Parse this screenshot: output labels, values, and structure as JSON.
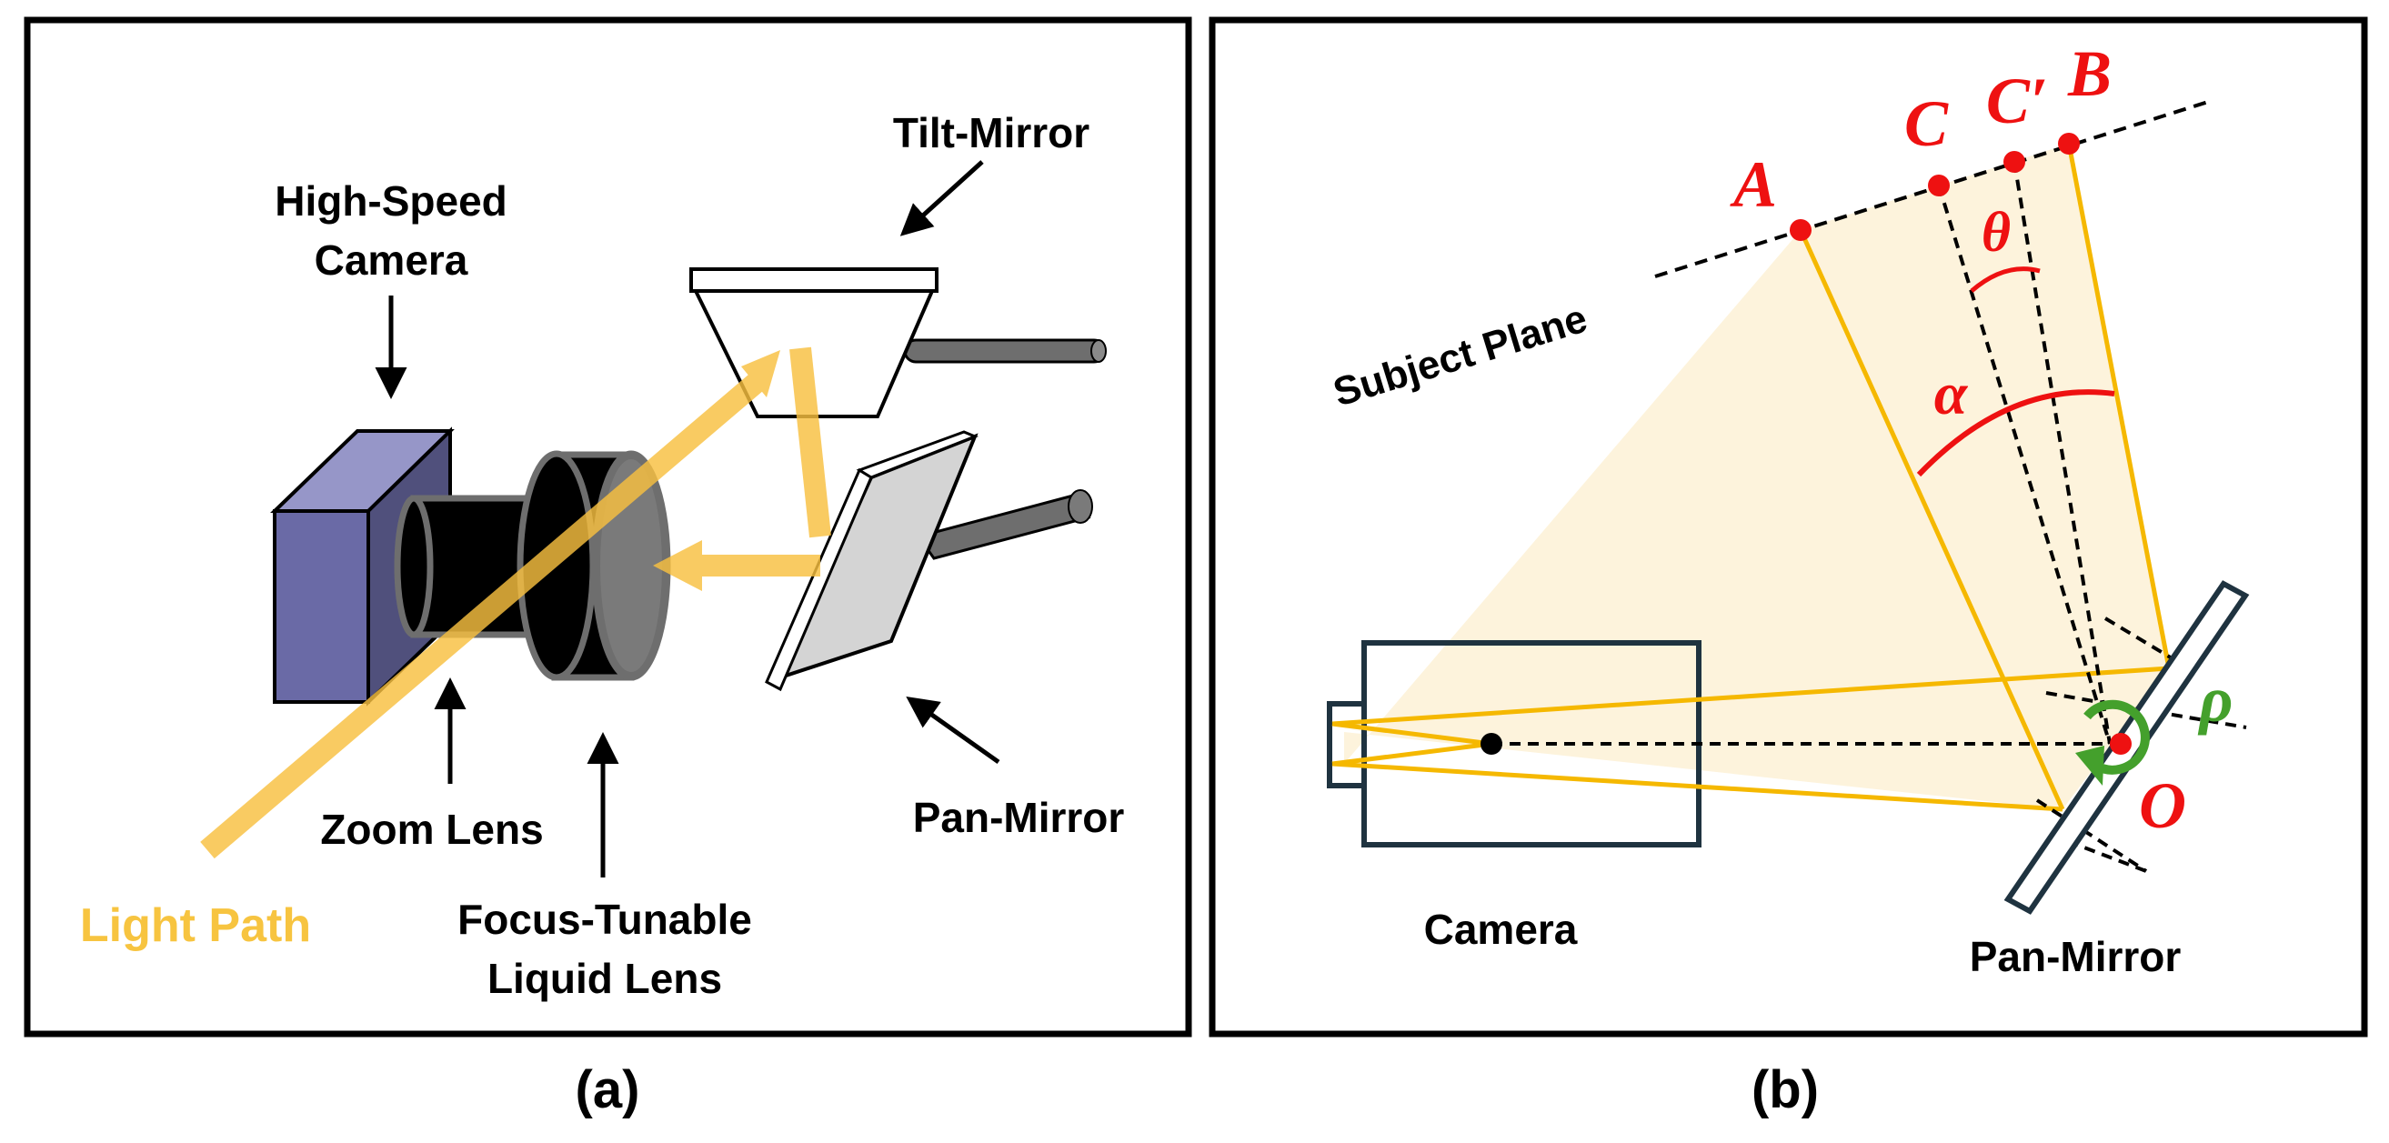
{
  "panel_a": {
    "caption": "(a)",
    "labels": {
      "high_speed_camera": [
        "High-Speed",
        "Camera"
      ],
      "tilt_mirror": "Tilt-Mirror",
      "pan_mirror": "Pan-Mirror",
      "zoom_lens": "Zoom Lens",
      "liquid_lens": [
        "Focus-Tunable",
        "Liquid Lens"
      ],
      "light_path": "Light Path"
    }
  },
  "panel_b": {
    "caption": "(b)",
    "labels": {
      "subject_plane": "Subject Plane",
      "camera": "Camera",
      "pan_mirror": "Pan-Mirror"
    },
    "points": {
      "A": "A",
      "B": "B",
      "C": "C",
      "C_prime": "C′",
      "O": "O"
    },
    "angles": {
      "theta": "θ",
      "alpha": "α",
      "rho": "ρ"
    }
  },
  "colors": {
    "light": "#f8c040",
    "beam": "#f5b800",
    "fov_fill": "#fdf3dc",
    "camera_body": "#6a6aa6",
    "point": "#ee1111",
    "rotation": "#44a02c",
    "outline": "#1f3340"
  }
}
